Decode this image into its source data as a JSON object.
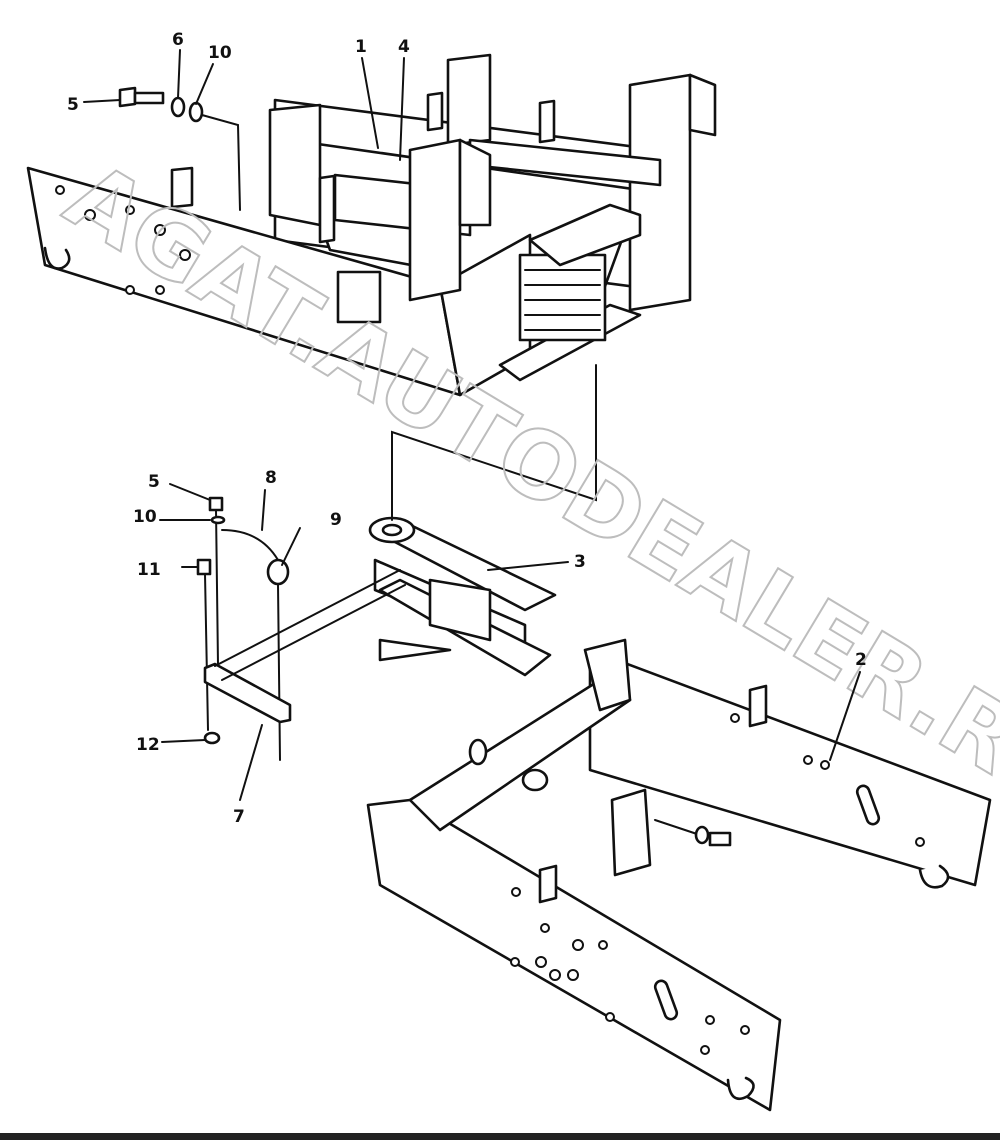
{
  "watermark": "AGAT.AUTODEALER.RU",
  "callouts": [
    {
      "id": "c1",
      "text": "1"
    },
    {
      "id": "c4",
      "text": "4"
    },
    {
      "id": "c6",
      "text": "6"
    },
    {
      "id": "c10a",
      "text": "10"
    },
    {
      "id": "c5a",
      "text": "5"
    },
    {
      "id": "c5b",
      "text": "5"
    },
    {
      "id": "c8",
      "text": "8"
    },
    {
      "id": "c10b",
      "text": "10"
    },
    {
      "id": "c9",
      "text": "9"
    },
    {
      "id": "c11",
      "text": "11"
    },
    {
      "id": "c3",
      "text": "3"
    },
    {
      "id": "c12",
      "text": "12"
    },
    {
      "id": "c7",
      "text": "7"
    },
    {
      "id": "c2",
      "text": "2"
    }
  ],
  "colors": {
    "line": "#111111",
    "paper": "#ffffff",
    "watermark": "#bdbdbd"
  }
}
